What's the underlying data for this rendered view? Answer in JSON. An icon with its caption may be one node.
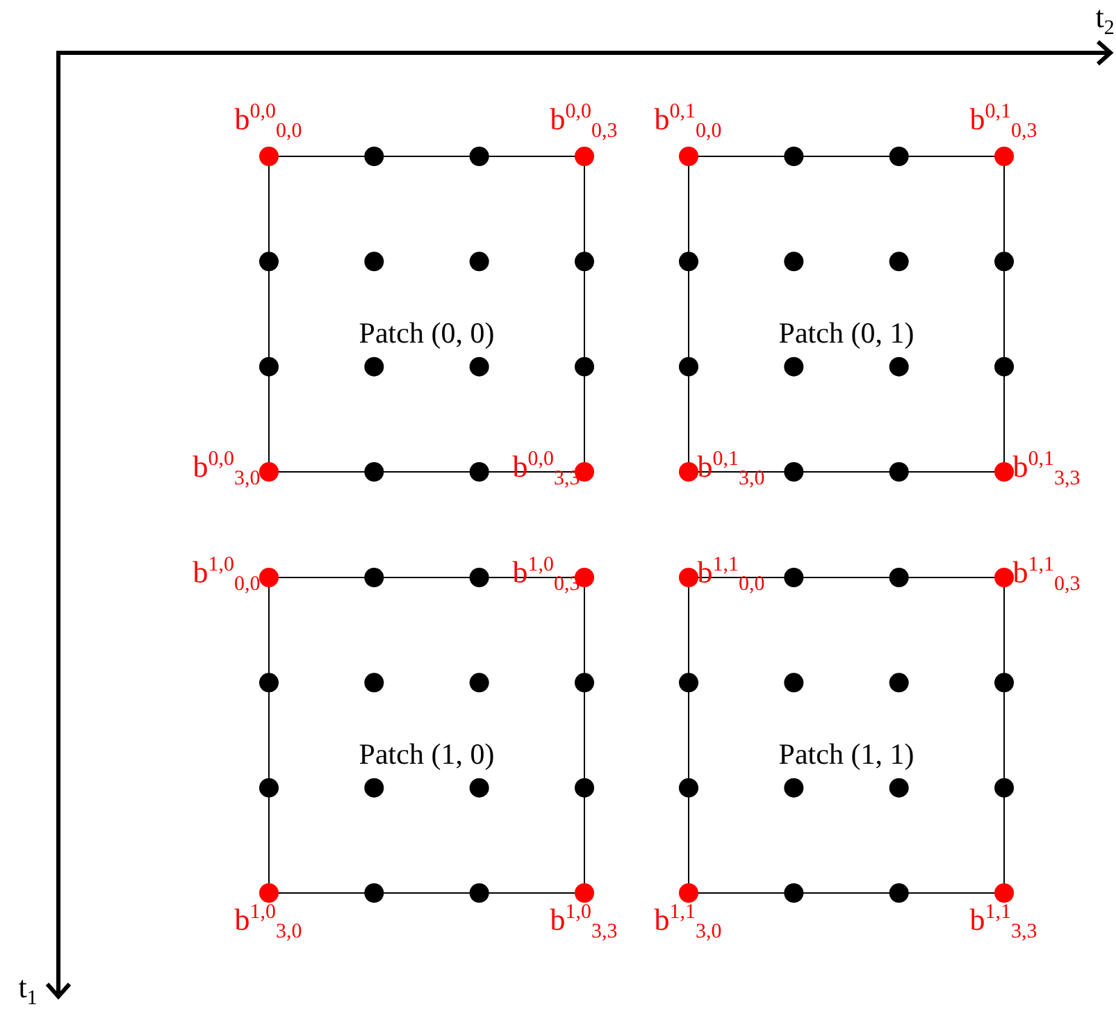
{
  "diagram": {
    "nodes": [
      {
        "text": [
          "Patch (0, 0)"
        ]
      },
      {
        "text": [
          "Patch (0, 1)"
        ]
      },
      {
        "text": [
          "Patch (1, 0)"
        ]
      },
      {
        "text": [
          "Patch (1, 1)"
        ]
      }
    ],
    "labels": [
      "t$_{2}$",
      "b$^{0,0}$$_{0,0}$",
      "b$^{0,0}$$_{0,3}$",
      "b$^{0,1}$$_{0,0}$",
      "b$^{0,1}$$_{0,3}$",
      "b$^{0,0}$$_{3,0}$",
      "b$^{0,0}$$_{3,3}$",
      "b$^{0,1}$$_{3,0}$",
      "b$^{0,1}$$_{3,3}$",
      "b$^{1,0}$$_{0,0}$",
      "b$^{1,0}$$_{0,3}$",
      "b$^{1,1}$$_{0,0}$",
      "b$^{1,1}$$_{0,3}$",
      "b$^{1,0}$$_{3,0}$",
      "b$^{1,0}$$_{3,3}$",
      "b$^{1,1}$$_{3,0}$",
      "b$^{1,1}$$_{3,3}$",
      "t$_{1}$"
    ]
  }
}
